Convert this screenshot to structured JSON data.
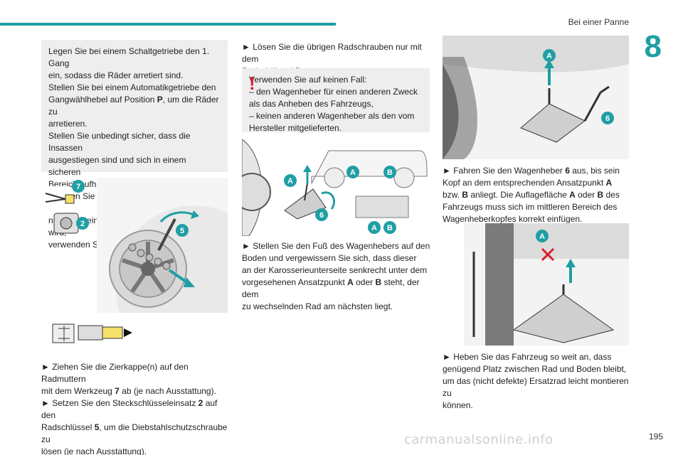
{
  "header": {
    "section_title": "Bei einer Panne",
    "chapter_number": "8"
  },
  "footer": {
    "page_number": "195",
    "watermark": "carmanualsonline.info"
  },
  "col1": {
    "box_lines": [
      "Legen Sie bei einem Schaltgetriebe den 1. Gang",
      "ein, sodass die Räder arretiert sind.",
      "Stellen Sie bei einem Automatikgetriebe den",
      "Gangwählhebel auf Position |P|, um die Räder zu",
      "arretieren.",
      "Stellen Sie unbedingt sicher, dass die Insassen",
      "ausgestiegen sind und sich in einem sicheren",
      "Bereich aufhalten.",
      "Arbeiten Sie niemals unter einem Fahrzeug, das",
      "nur durch einen Wagenheber abgestützt wird;",
      "verwenden Sie einen Stützbock."
    ],
    "callouts": [
      "7",
      "2",
      "5"
    ],
    "body_lines": [
      "►  Ziehen Sie die Zierkappe(n) auf den Radmuttern",
      "mit dem Werkzeug |7| ab (je nach Ausstattung).",
      "►  Setzen Sie den Steckschlüsseleinsatz |2| auf den",
      "Radschlüssel |5|, um die Diebstahlschutzschraube zu",
      "lösen (je nach Ausstattung)."
    ]
  },
  "col2": {
    "intro_lines": [
      "►  Lösen Sie die übrigen Radschrauben nur mit dem",
      "Radschlüssel |5|."
    ],
    "warning_lines": [
      "Verwenden Sie auf keinen Fall:",
      "–  den Wagenheber für einen anderen Zweck",
      "als das Anheben des Fahrzeugs,",
      "–  keinen anderen Wagenheber als den vom",
      "Hersteller mitgelieferten."
    ],
    "callouts": [
      "A",
      "A",
      "B",
      "6",
      "A",
      "B"
    ],
    "body_lines": [
      "►  Stellen Sie den Fuß des Wagenhebers auf den",
      "Boden und vergewissern Sie sich, dass dieser",
      "an der Karosserieunterseite senkrecht unter dem",
      "vorgesehenen Ansatzpunkt |A| oder |B| steht, der dem",
      "zu wechselnden Rad am nächsten liegt."
    ]
  },
  "col3": {
    "callouts_top": [
      "A",
      "6"
    ],
    "body1_lines": [
      "►  Fahren Sie den Wagenheber |6| aus, bis sein",
      "Kopf an dem entsprechenden Ansatzpunkt |A|",
      "bzw. |B| anliegt. Die Auflagefläche |A| oder |B| des",
      "Fahrzeugs muss sich im mittleren Bereich des",
      "Wagenheberkopfes korrekt einfügen."
    ],
    "callouts_mid": [
      "A"
    ],
    "body2_lines": [
      "►  Heben Sie das Fahrzeug so weit an, dass",
      "genügend Platz zwischen Rad und Boden bleibt,",
      "um das (nicht defekte) Ersatzrad leicht montieren zu",
      "können."
    ]
  },
  "colors": {
    "accent": "#1f9ea3",
    "warning": "#d81e2c",
    "box_bg": "#eeeeee"
  }
}
